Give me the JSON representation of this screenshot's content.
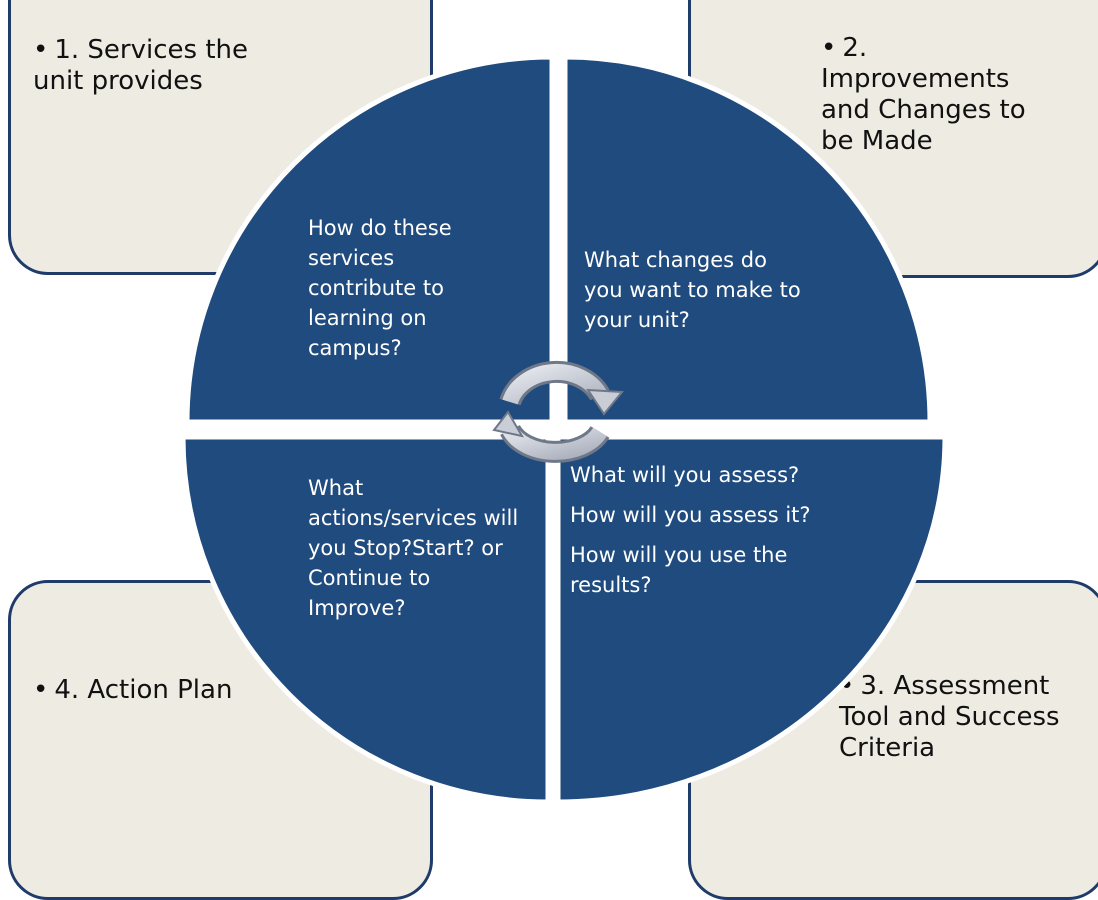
{
  "boxes": {
    "services": {
      "bullet": "•",
      "label": "1. Services the unit provides"
    },
    "improvements": {
      "bullet": "•",
      "label": "2. Improvements and Changes to be Made"
    },
    "assessment": {
      "bullet": "•",
      "label": "3. Assessment Tool and Success Criteria"
    },
    "action_plan": {
      "bullet": "•",
      "label": "4. Action Plan"
    }
  },
  "quadrants": {
    "top_left": "How do these services contribute to learning on campus?",
    "top_right": "What changes do you want to make to your unit?",
    "bottom_left": "What actions/services will you Stop?Start? or Continue to Improve?",
    "bottom_right": [
      "What will you assess?",
      "How will you assess it?",
      "How will you use the results?"
    ]
  },
  "colors": {
    "quadrant_fill": "#1f4b7e",
    "box_fill": "#eeebe3",
    "box_border": "#1f3b6a",
    "cycle_arrow": "#c9cdd6"
  },
  "icons": {
    "center": "cycle-arrows-icon"
  }
}
